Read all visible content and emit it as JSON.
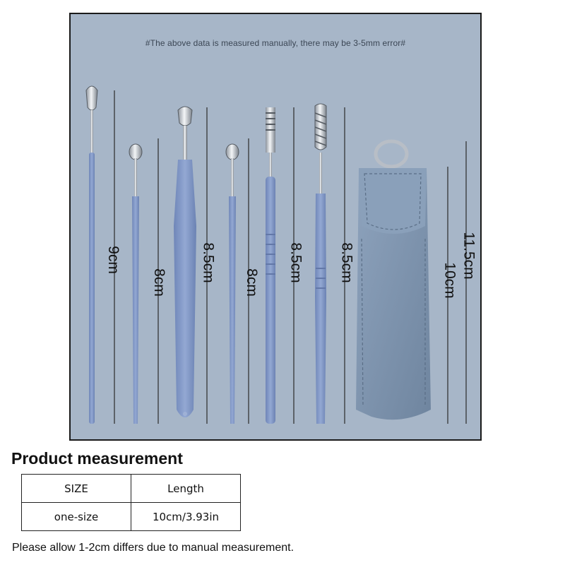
{
  "panel": {
    "note": "#The above data is measured manually, there may be 3-5mm error#",
    "measurements": [
      "9cm",
      "8cm",
      "8.5cm",
      "8cm",
      "8.5cm",
      "8.5cm",
      "10cm",
      "11.5cm"
    ]
  },
  "section_title": "Product measurement",
  "table": {
    "headers": [
      "SIZE",
      "Length"
    ],
    "rows": [
      [
        "one-size",
        "10cm/3.93in"
      ]
    ]
  },
  "footnote": "Please allow 1-2cm differs due to manual measurement.",
  "colors": {
    "panel_bg": "#a7b6c8",
    "tool_blue": "#7f95c4",
    "case_blue": "#7d93ad",
    "metal": "#d7dbe0"
  }
}
